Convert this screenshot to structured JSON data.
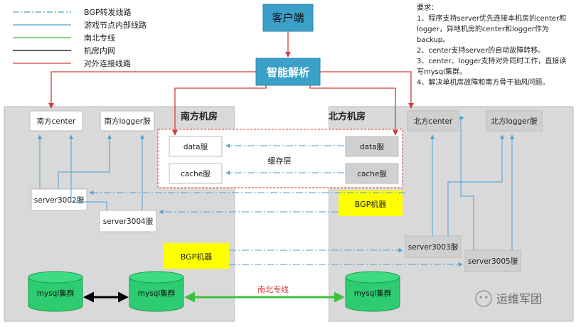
{
  "legend": [
    {
      "label": "BGP转发线路",
      "color": "#4a9fd6",
      "style": "dashdot"
    },
    {
      "label": "游戏节点内部线路",
      "color": "#4a9fd6",
      "style": "solid"
    },
    {
      "label": "南北专线",
      "color": "#3cc13c",
      "style": "solid"
    },
    {
      "label": "机房内网",
      "color": "#000000",
      "style": "solid"
    },
    {
      "label": "对外连接线路",
      "color": "#d93a3a",
      "style": "solid"
    }
  ],
  "requirements": {
    "title": "要求：",
    "lines": [
      "1、程序支持server优先连接本机房的center和",
      "logger，异地机房的center和logger作为",
      "backup。",
      "2、center支持server的自动故障转移。",
      "3、center、logger支持对外同时工作，直接读",
      "写mysql集群。",
      "4、解决单机房故障和南方骨干抽风问题。"
    ]
  },
  "nodes": {
    "client": "客户端",
    "dns": "智能解析",
    "south_room": "南方机房",
    "north_room": "北方机房",
    "south_center": "南方center",
    "south_logger": "南方logger服",
    "north_center": "北方center",
    "north_logger": "北方logger服",
    "data_south": "data服",
    "cache_south": "cache服",
    "data_north": "data服",
    "cache_north": "cache服",
    "cache_layer": "缓存层",
    "server3002": "server3002服",
    "server3004": "server3004服",
    "server3003": "server3003服",
    "server3005": "server3005服",
    "bgp_north": "BGP机器",
    "bgp_south": "BGP机器",
    "mysql_1": "mysql集群",
    "mysql_2": "mysql集群",
    "mysql_3": "mysql集群",
    "ns_line": "南北专线"
  },
  "watermark": "运维军团",
  "colors": {
    "client_fill": "#3aa0c8",
    "bgp_fill": "#ffff00",
    "mysql_fill": "#2ecc71",
    "room_fill": "#d9d9d9",
    "red": "#d93a3a",
    "blue": "#4a9fd6",
    "green": "#3cc13c"
  }
}
